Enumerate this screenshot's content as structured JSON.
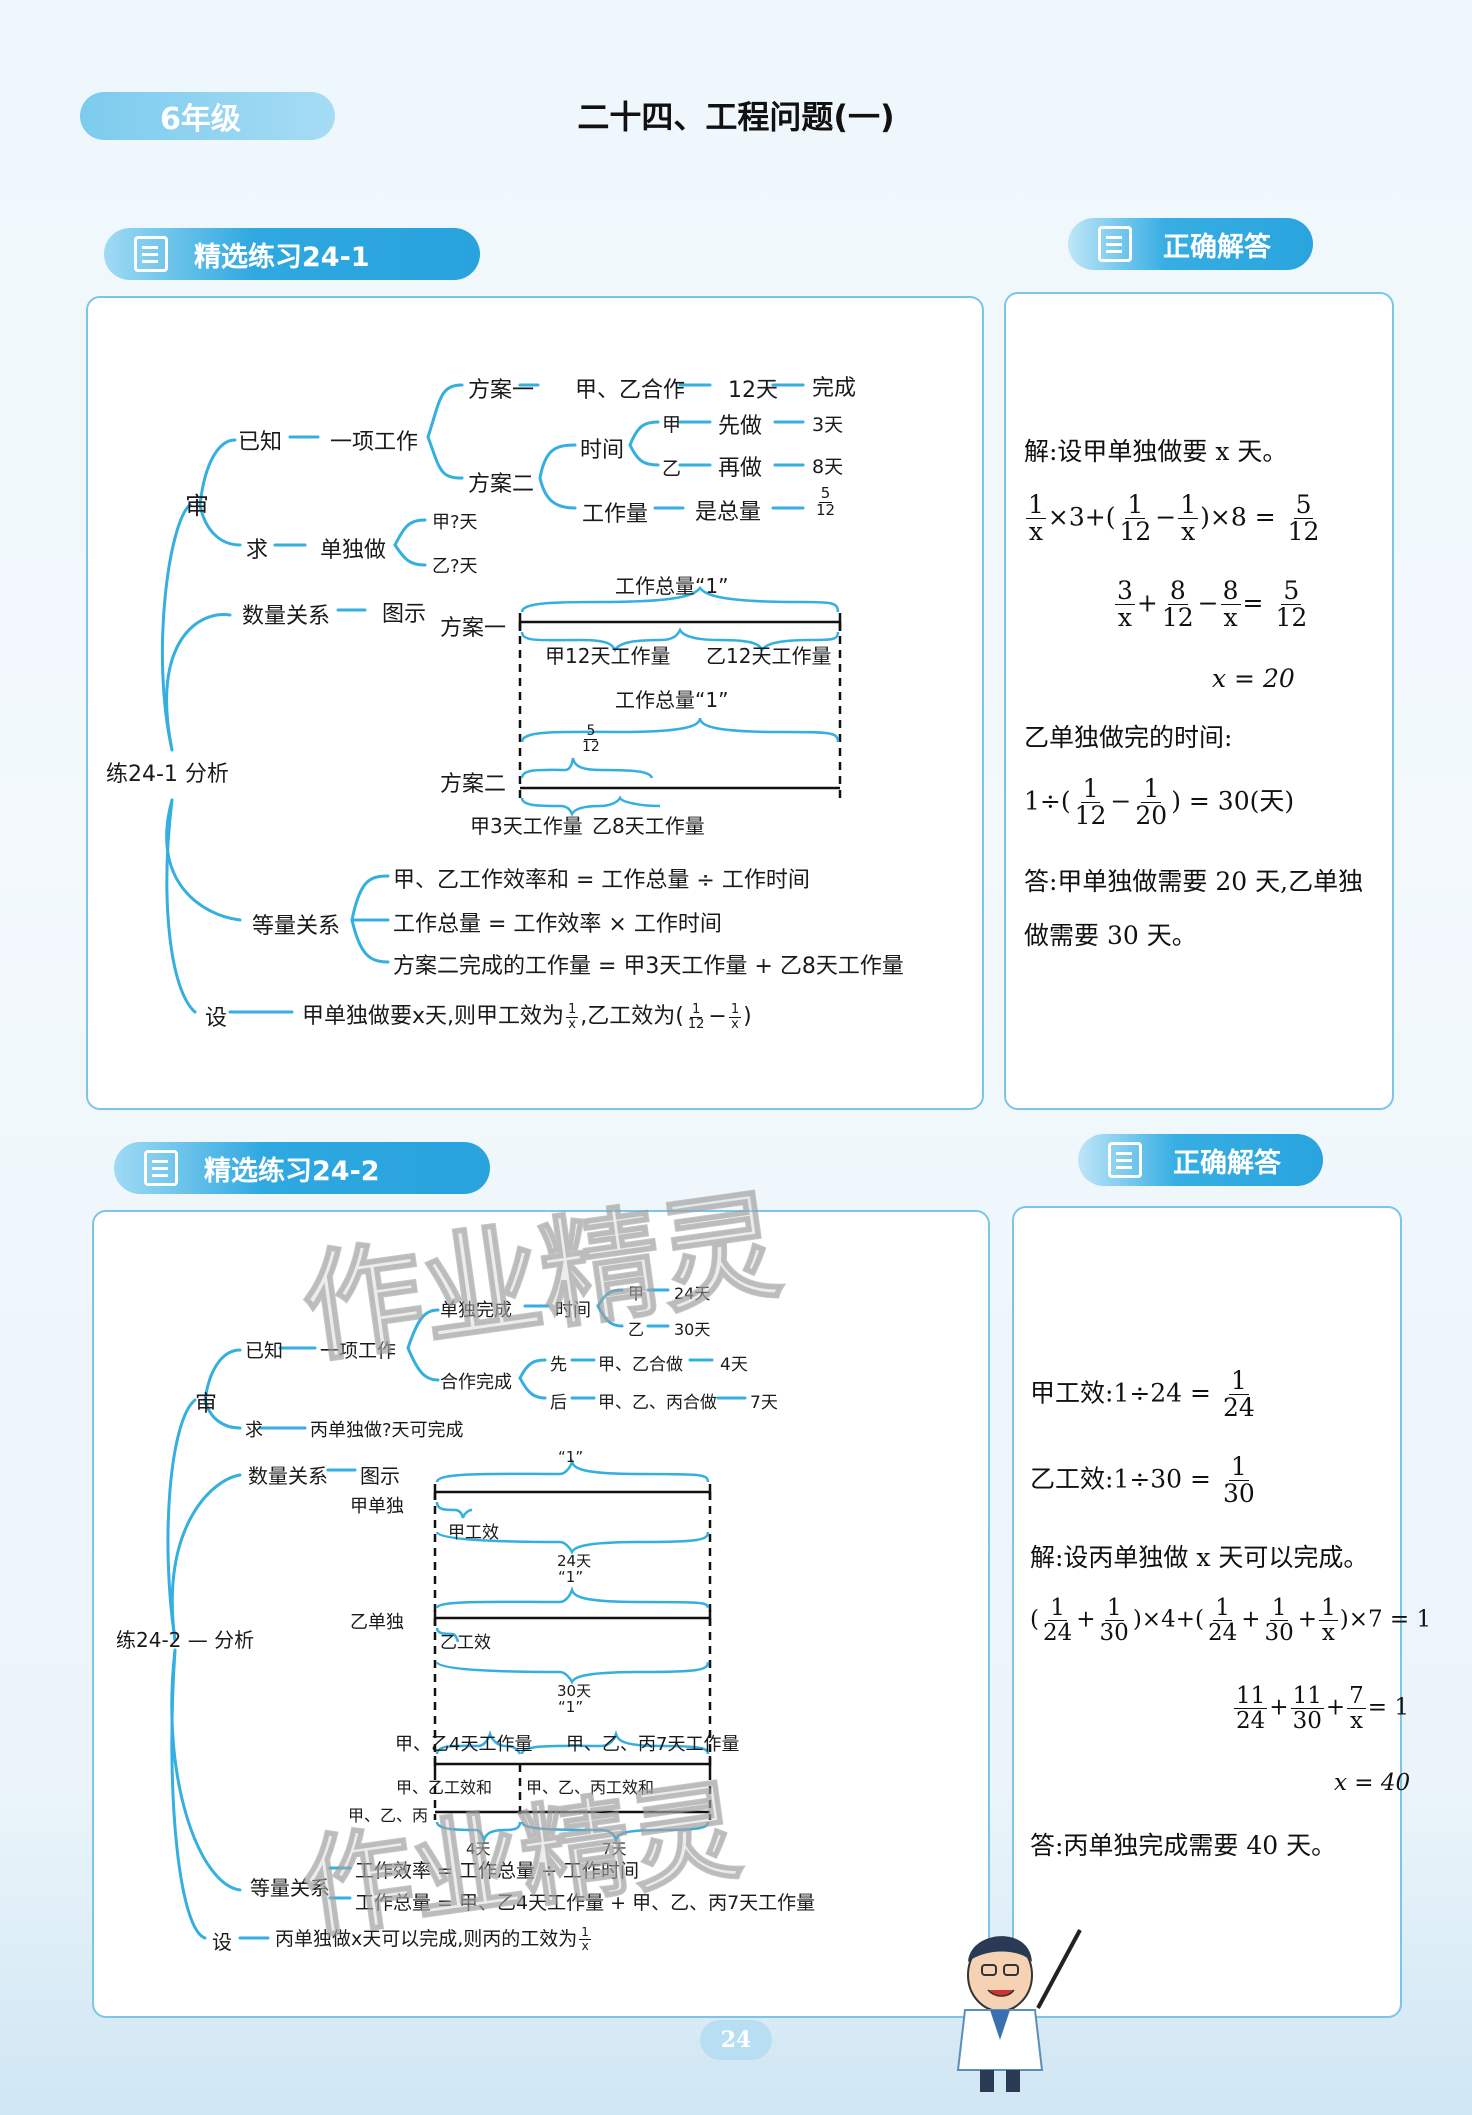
{
  "header": {
    "grade": "6年级",
    "title": "二十四、工程问题(一)"
  },
  "section1": {
    "tab": "精选练习24-1",
    "answer_tab": "正确解答",
    "map": {
      "root": "练24-1 分析",
      "shen": "审",
      "yizhi": "已知",
      "task": "一项工作",
      "plan1": "方案一",
      "plan1_detail": "甲、乙合作",
      "plan1_days": "12天",
      "plan1_done": "完成",
      "plan2": "方案二",
      "time": "时间",
      "jia": "甲",
      "jia_first": "先做",
      "jia_days": "3天",
      "yi": "乙",
      "yi_then": "再做",
      "yi_days": "8天",
      "workload": "工作量",
      "is_total": "是总量",
      "frac_n": "5",
      "frac_d": "12",
      "qiu": "求",
      "alone": "单独做",
      "jia_q": "甲?天",
      "yi_q": "乙?天",
      "quantity": "数量关系",
      "diagram": "图示",
      "d_plan1": "方案一",
      "total1": "工作总量“1”",
      "seg_a": "甲12天工作量",
      "seg_b": "乙12天工作量",
      "total2": "工作总量“1”",
      "d_frac_n": "5",
      "d_frac_d": "12",
      "d_plan2": "方案二",
      "seg_c": "甲3天工作量",
      "seg_d": "乙8天工作量",
      "equal": "等量关系",
      "eq1": "甲、乙工作效率和 = 工作总量 ÷ 工作时间",
      "eq2": "工作总量  =  工作效率  ×  工作时间",
      "eq3": "方案二完成的工作量  = 甲3天工作量 + 乙8天工作量",
      "she": "设",
      "she_text": "甲单独做要x天,则甲工效为",
      "she_text2": ",乙工效为(",
      "she_close": ")",
      "one": "1",
      "x": "x",
      "twelve": "12"
    },
    "answer": {
      "line1": "解:设甲单独做要 x 天。",
      "l2_a": "×3+(",
      "l2_b": "−",
      "l2_c": ")×8 =",
      "l3_a": "+",
      "l3_b": "−",
      "l3_c": "=",
      "l4": "x = 20",
      "l5": "乙单独做完的时间:",
      "l6_a": "1÷(",
      "l6_b": "−",
      "l6_c": ") = 30(天)",
      "l7": "答:甲单独做需要 20 天,乙单独",
      "l8": "做需要 30 天。",
      "one": "1",
      "x": "x",
      "twelve": "12",
      "five": "5",
      "three": "3",
      "eight": "8",
      "twenty": "20"
    }
  },
  "section2": {
    "tab": "精选练习24-2",
    "answer_tab": "正确解答",
    "map": {
      "root": "练24-2 — 分析",
      "shen": "审",
      "yizhi": "已知",
      "task": "一项工作",
      "alone_done": "单独完成",
      "time": "时间",
      "jia": "甲",
      "jia_days": "24天",
      "yi": "乙",
      "yi_days": "30天",
      "coop_done": "合作完成",
      "first": "先",
      "first_detail": "甲、乙合做",
      "first_days": "4天",
      "after": "后",
      "after_detail": "甲、乙、丙合做",
      "after_days": "7天",
      "qiu": "求",
      "qiu_text": "丙单独做?天可完成",
      "quantity": "数量关系",
      "diagram": "图示",
      "jia_alone": "甲单独",
      "one_a": "“1”",
      "jia_eff": "甲工效",
      "days24": "24天",
      "one_b": "“1”",
      "yi_alone": "乙单独",
      "yi_eff": "乙工效",
      "days30": "30天",
      "one_c": "“1”",
      "seg1": "甲、乙4天工作量",
      "seg2": "甲、乙、丙7天工作量",
      "eff_sum1": "甲、乙工效和",
      "eff_sum2": "甲、乙、丙工效和",
      "three": "甲、乙、丙",
      "d4": "4天",
      "d7": "7天",
      "equal": "等量关系",
      "eq1": "工作效率 = 工作总量 ÷ 工作时间",
      "eq2": "工作总量 = 甲、乙4天工作量 + 甲、乙、丙7天工作量",
      "she": "设",
      "she_text": "丙单独做x天可以完成,则丙的工效为",
      "one": "1",
      "x": "x"
    },
    "answer": {
      "l1": "甲工效:1÷24 =",
      "l2": "乙工效:1÷30 =",
      "l3": "解:设丙单独做 x 天可以完成。",
      "l4_a": "(",
      "l4_b": "+",
      "l4_c": ")×4+(",
      "l4_d": "+",
      "l4_e": "+",
      "l4_f": ")×7 = 1",
      "l5_a": "+",
      "l5_b": "+",
      "l5_c": "= 1",
      "l6": "x = 40",
      "l7": "答:丙单独完成需要 40 天。",
      "one": "1",
      "x": "x",
      "d24": "24",
      "d30": "30",
      "eleven": "11",
      "seven": "7"
    }
  },
  "watermark": "作业精灵",
  "page_number": "24"
}
